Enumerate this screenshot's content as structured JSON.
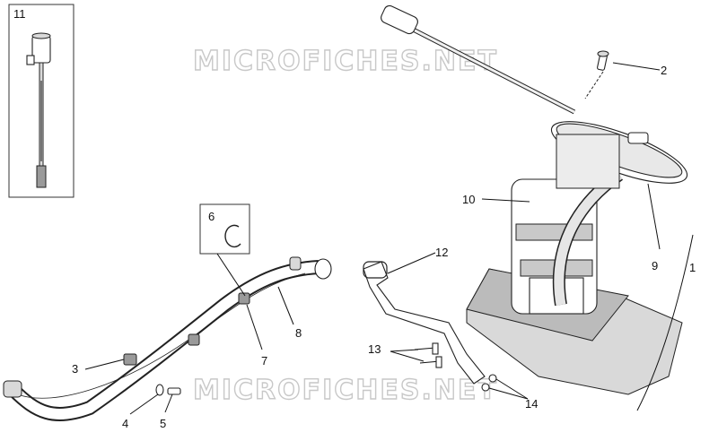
{
  "watermarks": [
    "MICROFICHES.NET",
    "MICROFICHES.NET"
  ],
  "callouts": {
    "c1": "1",
    "c2": "2",
    "c3": "3",
    "c4": "4",
    "c5": "5",
    "c6": "6",
    "c7": "7",
    "c8": "8",
    "c9": "9",
    "c10": "10",
    "c11": "11",
    "c12": "12",
    "c13": "13",
    "c14": "14"
  }
}
